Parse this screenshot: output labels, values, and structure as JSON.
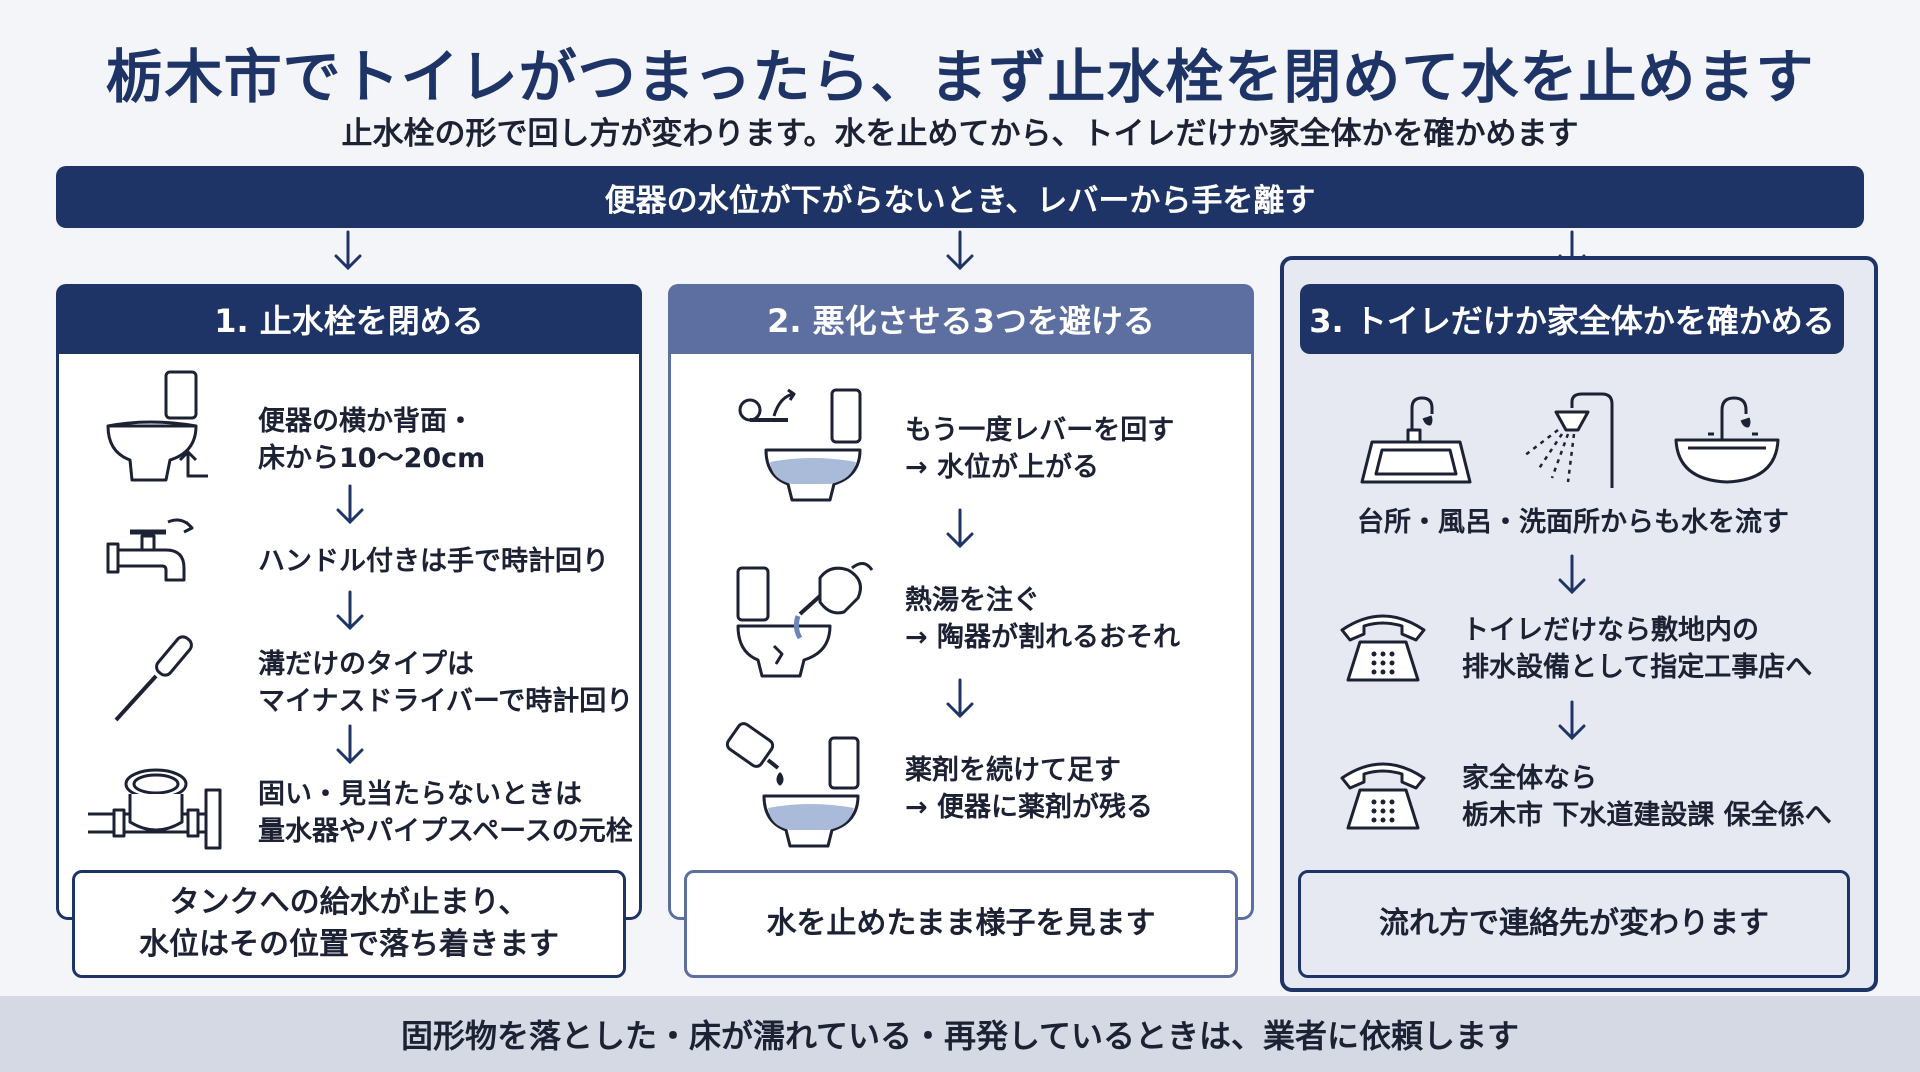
{
  "header": {
    "title": "栃木市でトイレがつまったら、まず止水栓を閉めて水を止めます",
    "subtitle": "止水栓の形で回し方が変わります。水を止めてから、トイレだけか家全体かを確かめます"
  },
  "banner": "便器の水位が下がらないとき、レバーから手を離す",
  "columns": [
    {
      "heading": "1. 止水栓を閉める",
      "steps": [
        {
          "icon": "toilet-icon",
          "lines": [
            "便器の横か背面・",
            "床から10〜20cm"
          ]
        },
        {
          "icon": "faucet-handle-icon",
          "lines": [
            "ハンドル付きは手で時計回り"
          ]
        },
        {
          "icon": "screwdriver-icon",
          "lines": [
            "溝だけのタイプは",
            "マイナスドライバーで時計回り"
          ]
        },
        {
          "icon": "water-meter-icon",
          "lines": [
            "固い・見当たらないときは",
            "量水器やパイプスペースの元栓"
          ]
        }
      ],
      "footer": [
        "タンクへの給水が止まり、",
        "水位はその位置で落ち着きます"
      ]
    },
    {
      "heading": "2. 悪化させる3つを避ける",
      "steps": [
        {
          "icon": "lever-toilet-icon",
          "lines": [
            "もう一度レバーを回す",
            "→ 水位が上がる"
          ]
        },
        {
          "icon": "kettle-toilet-icon",
          "lines": [
            "熱湯を注ぐ",
            "→ 陶器が割れるおそれ"
          ]
        },
        {
          "icon": "chemical-toilet-icon",
          "lines": [
            "薬剤を続けて足す",
            "→ 便器に薬剤が残る"
          ]
        }
      ],
      "footer": [
        "水を止めたまま様子を見ます"
      ]
    },
    {
      "heading": "3. トイレだけか家全体かを確かめる",
      "icons": [
        "kitchen-sink-icon",
        "shower-icon",
        "washbasin-icon"
      ],
      "check": "台所・風呂・洗面所からも水を流す",
      "steps": [
        {
          "icon": "telephone-icon",
          "lines": [
            "トイレだけなら敷地内の",
            "排水設備として指定工事店へ"
          ]
        },
        {
          "icon": "telephone-icon",
          "lines": [
            "家全体なら",
            "栃木市 下水道建設課 保全係へ"
          ]
        }
      ],
      "footer": [
        "流れ方で連絡先が変わります"
      ]
    }
  ],
  "bottom_note": "固形物を落とした・床が濡れている・再発しているときは、業者に依頼します",
  "colors": {
    "navy": "#1f3466",
    "mid_blue": "#5d6fa0",
    "light_panel": "#e6e9f2",
    "band": "#d4d9e4"
  }
}
